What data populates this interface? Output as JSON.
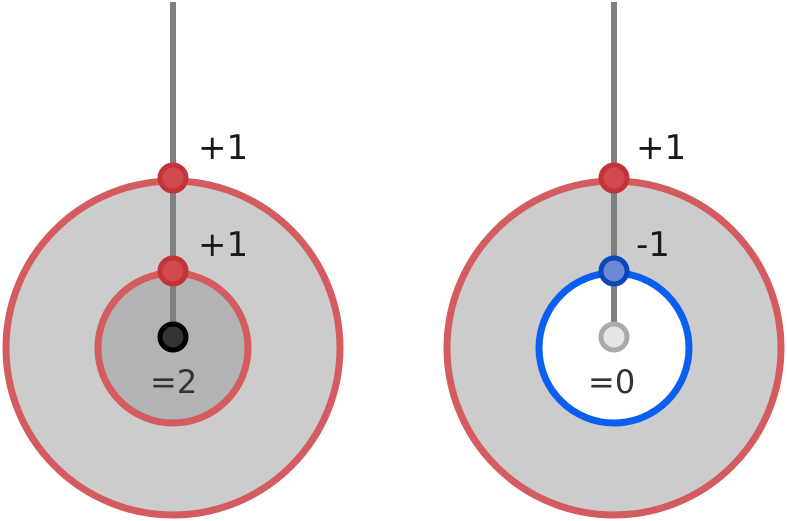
{
  "left": {
    "outer_crossing": "+1",
    "inner_crossing": "+1",
    "result": "=2"
  },
  "right": {
    "outer_crossing": "+1",
    "inner_crossing": "-1",
    "result": "=0"
  },
  "colors": {
    "ray": "#808080",
    "outer_fill": "#cccccc",
    "inner_fill_filled": "#b3b3b3",
    "inner_fill_hole": "#ffffff",
    "ring_red": "#d45b5f",
    "ring_blue": "#0a5ff0",
    "dot_red": "#d04a4e",
    "dot_red_stroke": "#c43338",
    "dot_blue": "#6f88d6",
    "dot_blue_stroke": "#0a47b8",
    "point_inside_fill": "#333333",
    "point_inside_stroke": "#000000",
    "point_outside_fill": "#e6e6e6",
    "point_outside_stroke": "#aaaaaa"
  }
}
